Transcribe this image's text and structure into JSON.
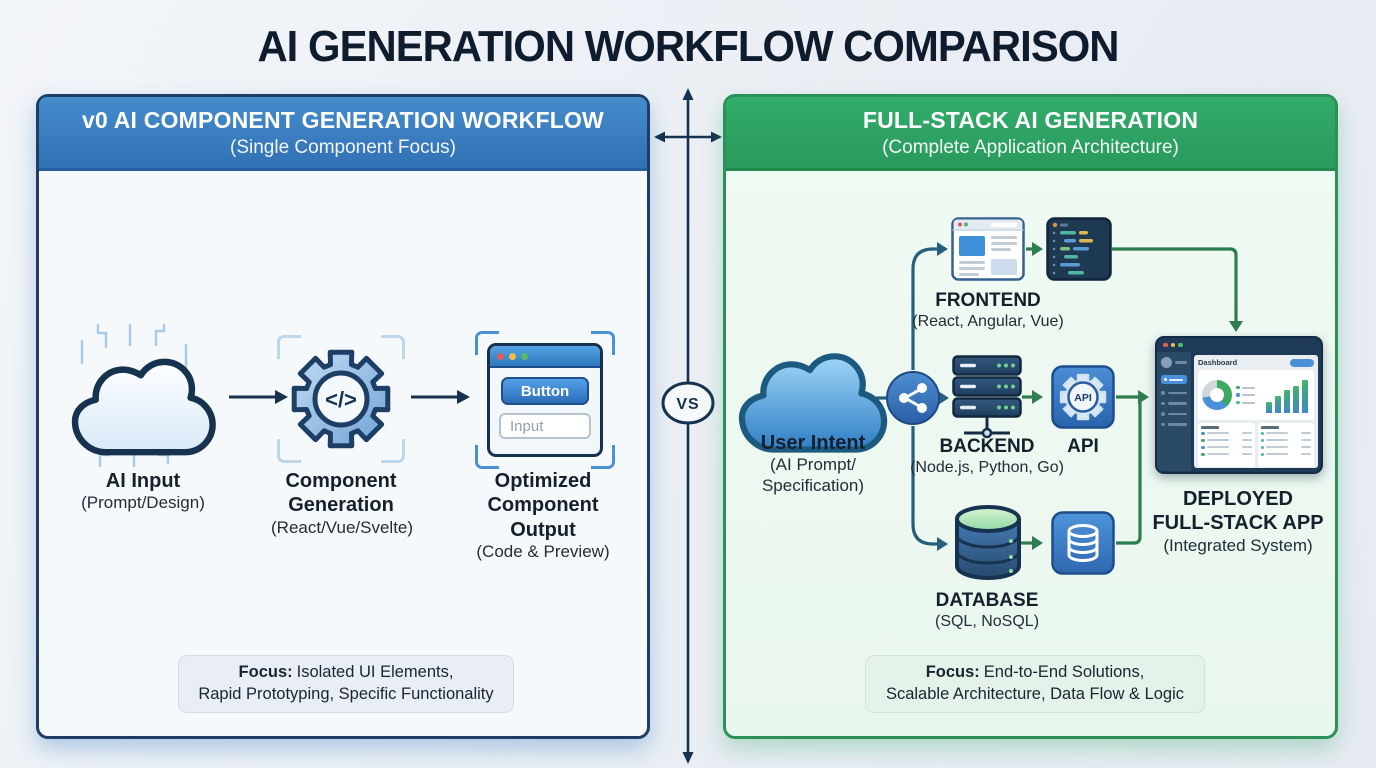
{
  "page": {
    "title": "AI GENERATION WORKFLOW COMPARISON"
  },
  "divider": {
    "vs": "VS"
  },
  "left_panel": {
    "title": "v0 AI COMPONENT GENERATION WORKFLOW",
    "subtitle": "(Single Component Focus)",
    "steps": [
      {
        "label": "AI Input",
        "sublabel": "(Prompt/Design)"
      },
      {
        "label": "Component Generation",
        "sublabel": "(React/Vue/Svelte)"
      },
      {
        "label": "Optimized Component Output",
        "sublabel": "(Code & Preview)"
      }
    ],
    "gear_glyph": "</>",
    "preview": {
      "button": "Button",
      "input": "Input"
    },
    "focus_label": "Focus:",
    "focus_line1": "Isolated UI Elements,",
    "focus_line2": "Rapid Prototyping, Specific Functionality"
  },
  "right_panel": {
    "title": "FULL-STACK AI GENERATION",
    "subtitle": "(Complete Application Architecture)",
    "user_intent": {
      "label": "User Intent",
      "sub1": "(AI Prompt/",
      "sub2": "Specification)"
    },
    "frontend": {
      "label": "FRONTEND",
      "sublabel": "(React, Angular, Vue)"
    },
    "backend": {
      "label": "BACKEND",
      "sublabel": "(Node.js, Python, Go)"
    },
    "api": {
      "label": "API",
      "badge": "API"
    },
    "database": {
      "label": "DATABASE",
      "sublabel": "(SQL, NoSQL)"
    },
    "deployed": {
      "line1": "DEPLOYED",
      "line2": "FULL-STACK APP",
      "sublabel": "(Integrated System)"
    },
    "dashboard_title": "Dashboard",
    "focus_label": "Focus:",
    "focus_line1": "End-to-End Solutions,",
    "focus_line2": "Scalable Architecture, Data Flow & Logic"
  },
  "colors": {
    "left_accent": "#3a7fc1",
    "right_accent": "#2fa567",
    "navy": "#16324f",
    "teal_connector": "#27607d",
    "green_connector": "#2e7d4f"
  }
}
